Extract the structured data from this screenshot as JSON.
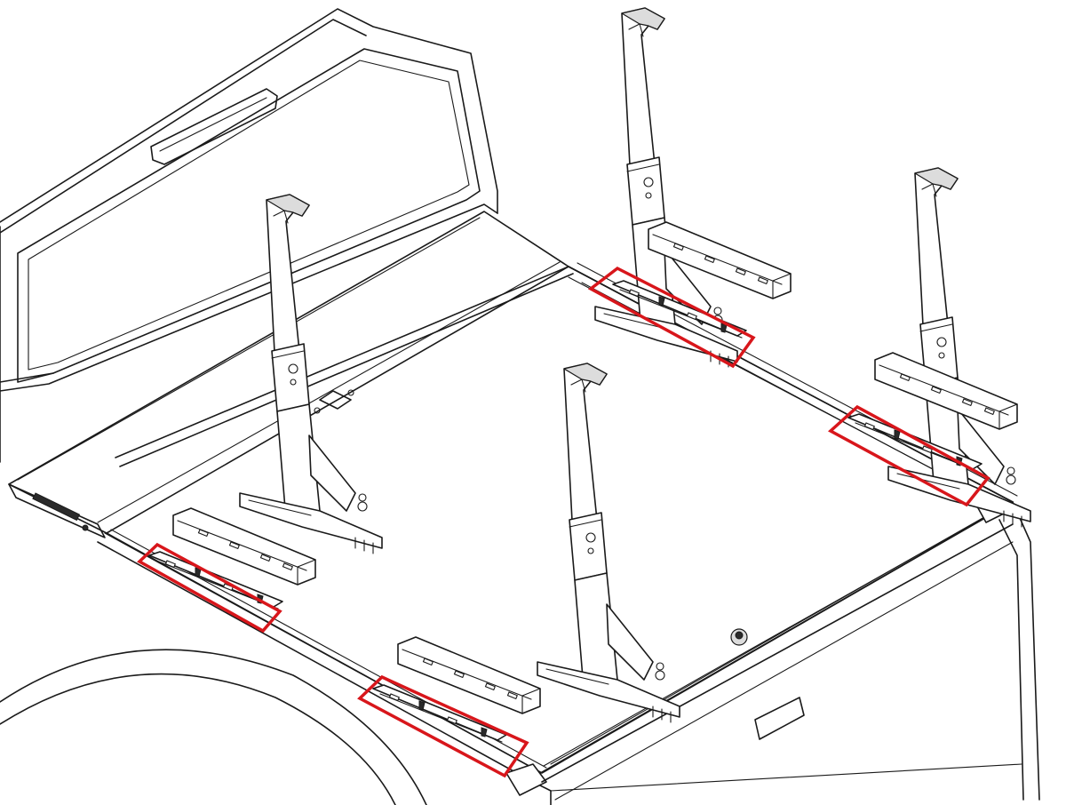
{
  "figure": {
    "highlight_color": "#d8161b",
    "line_color": "#1a1a1a",
    "background_color": "#ffffff",
    "highlighted_parts": 4,
    "uprights": 4,
    "mounting_brackets": 4
  }
}
